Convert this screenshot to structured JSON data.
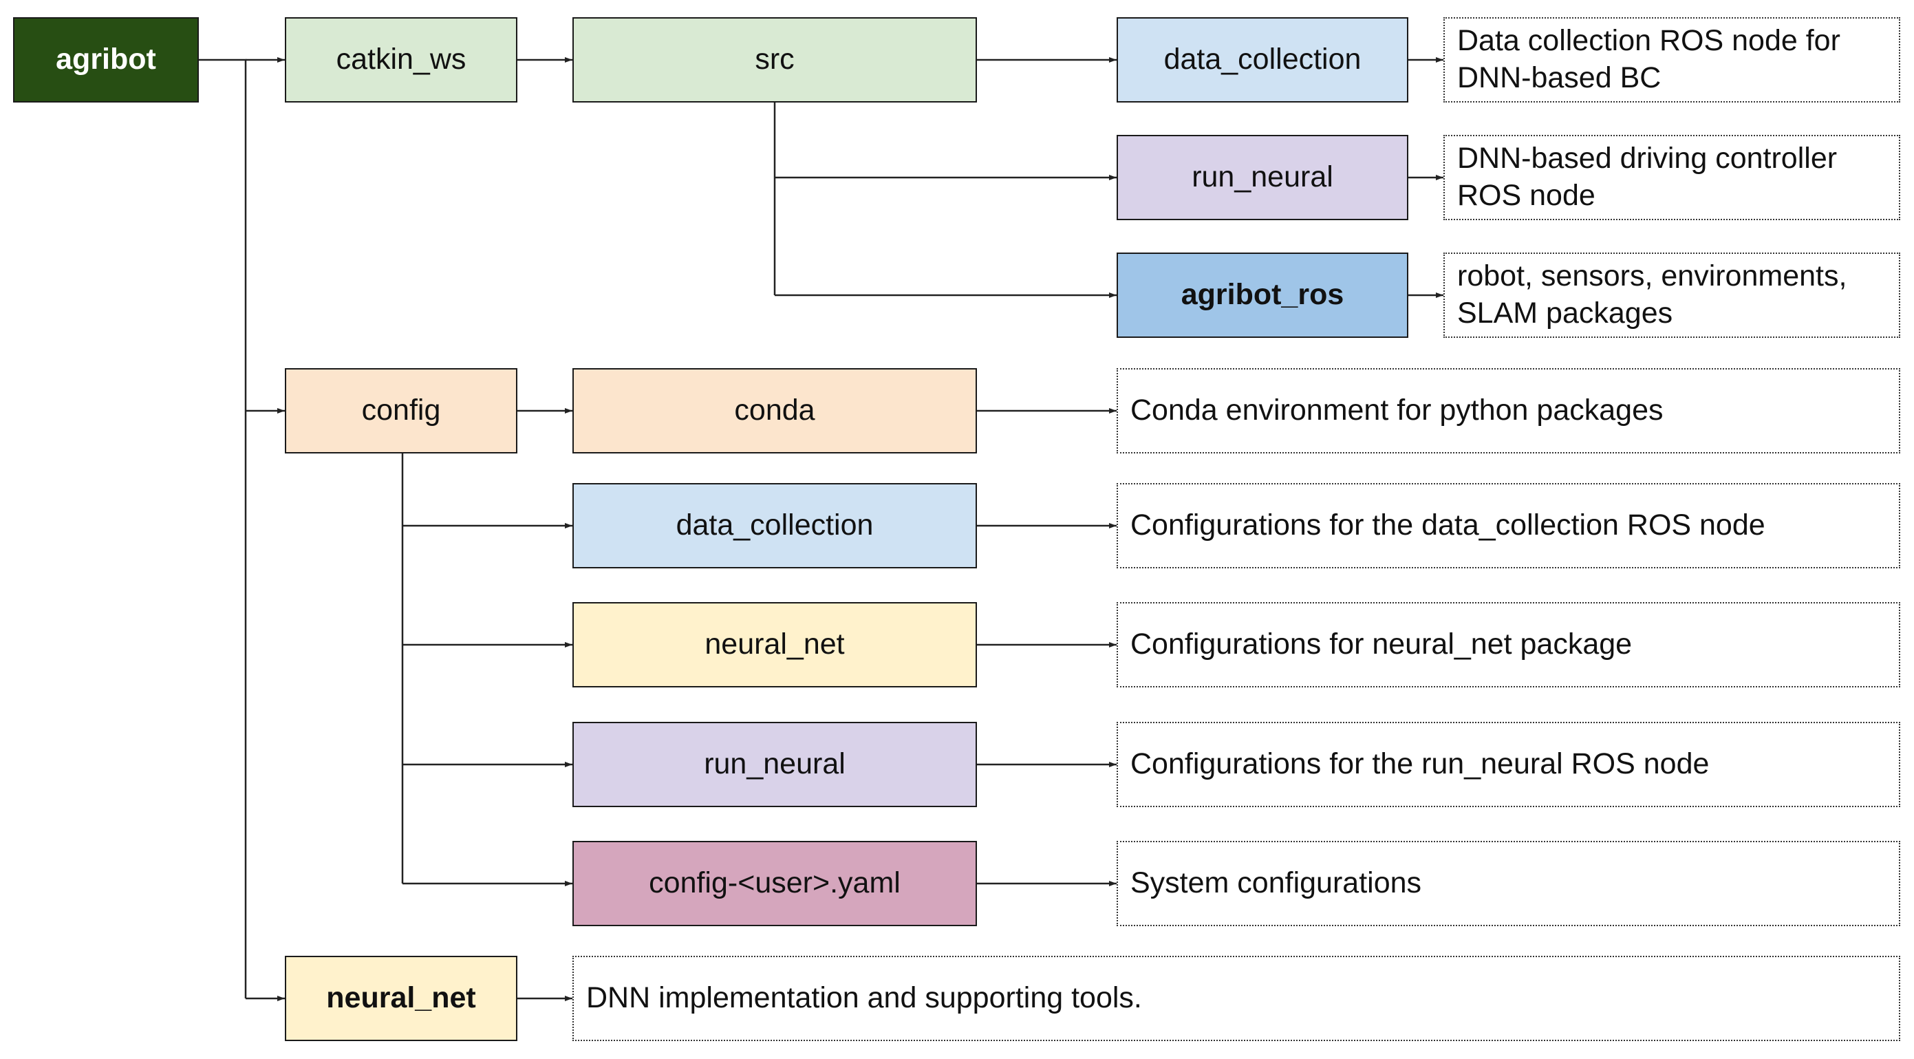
{
  "colors": {
    "root_fill": "#274e13",
    "root_text": "#ffffff",
    "green_light": "#d9ead3",
    "blue_light": "#cfe2f3",
    "purple_light": "#d9d2e9",
    "blue_medium": "#9fc5e8",
    "orange_light": "#fce5cd",
    "yellow_light": "#fff2cc",
    "pink": "#d5a6bd",
    "connector": "#222222"
  },
  "nodes": {
    "agribot": "agribot",
    "catkin_ws": "catkin_ws",
    "src": "src",
    "src_data_collection": "data_collection",
    "src_run_neural": "run_neural",
    "agribot_ros": "agribot_ros",
    "config": "config",
    "conda": "conda",
    "config_data_collection": "data_collection",
    "config_neural_net": "neural_net",
    "config_run_neural": "run_neural",
    "config_user_yaml": "config-<user>.yaml",
    "neural_net": "neural_net"
  },
  "notes": {
    "data_collection": "Data collection ROS node for\nDNN-based BC",
    "run_neural": "DNN-based driving controller\nROS node",
    "agribot_ros": "robot, sensors, environments,\nSLAM packages",
    "conda": "Conda environment for python packages",
    "config_data_collection": "Configurations for the data_collection ROS node",
    "config_neural_net": "Configurations for neural_net package",
    "config_run_neural": "Configurations for the run_neural ROS node",
    "config_user_yaml": "System configurations",
    "neural_net": "DNN implementation and supporting tools."
  }
}
